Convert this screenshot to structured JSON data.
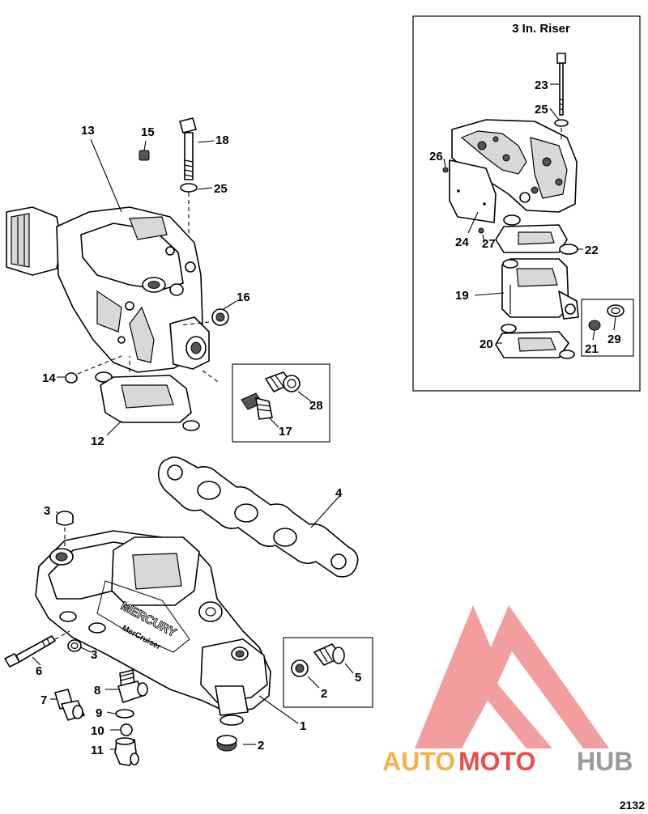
{
  "inset": {
    "title": "3 In. Riser"
  },
  "callouts": {
    "c1": "1",
    "c2a": "2",
    "c2b": "2",
    "c3a": "3",
    "c3b": "3",
    "c4": "4",
    "c5": "5",
    "c6": "6",
    "c7": "7",
    "c8": "8",
    "c9": "9",
    "c10": "10",
    "c11": "11",
    "c12": "12",
    "c13": "13",
    "c14": "14",
    "c15": "15",
    "c16": "16",
    "c17": "17",
    "c18": "18",
    "c19": "19",
    "c20": "20",
    "c21": "21",
    "c22": "22",
    "c23": "23",
    "c24": "24",
    "c25a": "25",
    "c25b": "25",
    "c26": "26",
    "c27": "27",
    "c28": "28",
    "c29": "29"
  },
  "manifold_text": {
    "brand": "MERCURY",
    "sub": "MerCruiser"
  },
  "watermark": {
    "part1": "AUTO",
    "part2": "MOTO",
    "part3": "HUB",
    "color1": "#f2b24b",
    "color2": "#e84e4e",
    "color3": "#9a9a9a"
  },
  "figure_number": "2132"
}
